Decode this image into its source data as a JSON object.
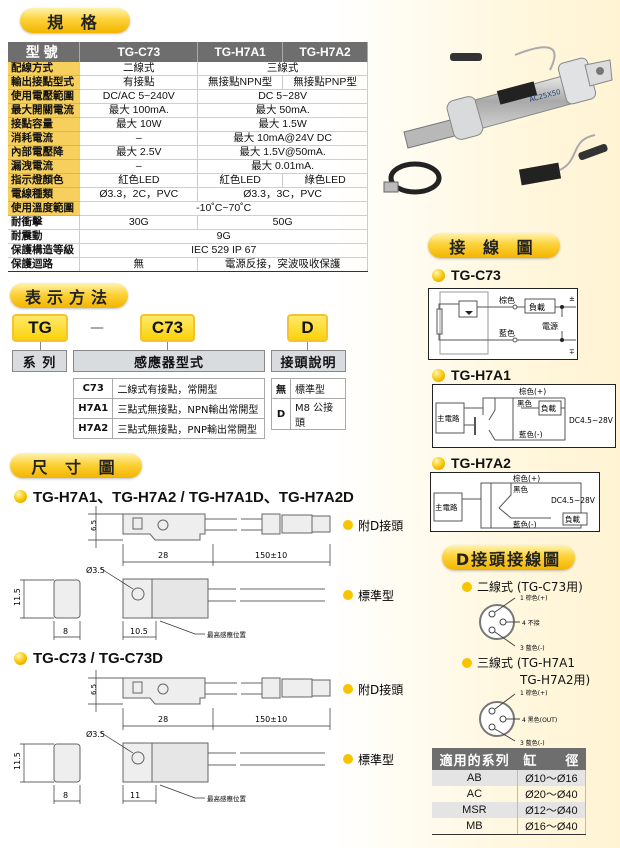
{
  "spec_title": "規 格",
  "spec": {
    "headers": [
      "型號",
      "TG-C73",
      "TG-H7A1",
      "TG-H7A2"
    ],
    "rows": [
      {
        "label": "配線方式",
        "c73": "二線式",
        "h7": "三線式"
      },
      {
        "label": "輸出接點型式",
        "c73": "有接點",
        "h7a1": "無接點NPN型",
        "h7a2": "無接點PNP型"
      },
      {
        "label": "使用電壓範圍",
        "c73": "DC/AC 5~240V",
        "h7": "DC 5~28V"
      },
      {
        "label": "最大開關電流",
        "c73": "最大 100mA.",
        "h7": "最大 50mA."
      },
      {
        "label": "接點容量",
        "c73": "最大 10W",
        "h7": "最大 1.5W"
      },
      {
        "label": "消耗電流",
        "c73": "–",
        "h7": "最大 10mA@24V DC"
      },
      {
        "label": "內部電壓降",
        "c73": "最大 2.5V",
        "h7": "最大 1.5V@50mA."
      },
      {
        "label": "漏洩電流",
        "c73": "–",
        "h7": "最大 0.01mA."
      },
      {
        "label": "指示燈顏色",
        "c73": "紅色LED",
        "h7a1": "紅色LED",
        "h7a2": "綠色LED"
      },
      {
        "label": "電線種類",
        "c73": "Ø3.3，2C，PVC",
        "h7": "Ø3.3，3C，PVC"
      },
      {
        "label": "使用溫度範圍",
        "all": "-10˚C~70˚C"
      },
      {
        "label": "耐衝擊",
        "c73": "30G",
        "h7": "50G"
      },
      {
        "label": "耐震動",
        "all": "9G"
      },
      {
        "label": "保護構造等級",
        "all": "IEC 529 IP 67"
      },
      {
        "label": "保護迴路",
        "c73": "無",
        "h7": "電源反接，突波吸收保護"
      }
    ]
  },
  "product_label": "AC25X50",
  "notation": {
    "title": "表示方法",
    "parts": [
      "TG",
      "C73",
      "D"
    ],
    "dash": "—",
    "captions": [
      "系 列",
      "感應器型式",
      "接頭說明"
    ],
    "types": [
      {
        "code": "C73",
        "desc": "二線式有接點，常開型"
      },
      {
        "code": "H7A1",
        "desc": "三點式無接點，NPN輸出常開型"
      },
      {
        "code": "H7A2",
        "desc": "三點式無接點，PNP輸出常開型"
      }
    ],
    "connectors": [
      {
        "code": "無",
        "desc": "標準型"
      },
      {
        "code": "D",
        "desc": "M8 公接頭"
      }
    ]
  },
  "dimensions": {
    "title": "尺 寸 圖",
    "groups": [
      {
        "title": "TG-H7A1、TG-H7A2 / TG-H7A1D、TG-H7A2D",
        "h": "6.5",
        "len": "28",
        "cable": "150±10",
        "hole": "Ø3.5",
        "height": "11.5",
        "width": "8",
        "sense": "10.5",
        "sense_label": "最高感應位置",
        "with_d": "附D接頭",
        "standard": "標準型"
      },
      {
        "title": "TG-C73 / TG-C73D",
        "h": "6.5",
        "len": "28",
        "cable": "150±10",
        "hole": "Ø3.5",
        "height": "11.5",
        "width": "8",
        "sense": "11",
        "sense_label": "最高感應位置",
        "with_d": "附D接頭",
        "standard": "標準型"
      }
    ]
  },
  "wiring": {
    "title": "接 線 圖",
    "c73": {
      "title": "TG-C73",
      "brown": "棕色",
      "blue": "藍色",
      "load": "負載",
      "power": "電源",
      "plus": "±",
      "minus": "∓"
    },
    "h7a1": {
      "title": "TG-H7A1",
      "main": "主電路",
      "brown": "棕色(+)",
      "black": "黑色",
      "blue": "藍色(-)",
      "load": "負載",
      "voltage": "DC4.5~28V"
    },
    "h7a2": {
      "title": "TG-H7A2",
      "main": "主電路",
      "brown": "棕色(+)",
      "black": "黑色",
      "blue": "藍色(-)",
      "load": "負載",
      "voltage": "DC4.5~28V"
    }
  },
  "d_wiring": {
    "title": "D接頭接線圖",
    "two": {
      "title": "二線式 (TG-C73用)",
      "pins": [
        "1  棕色(+)",
        "4  不接",
        "3  藍色(-)"
      ]
    },
    "three": {
      "title": "三線式 (TG-H7A1",
      "title2": "TG-H7A2用)",
      "pins": [
        "1  棕色(+)",
        "4  黑色(OUT)",
        "3  藍色(-)"
      ]
    }
  },
  "series": {
    "headers": [
      "適用的系列",
      "缸　　徑"
    ],
    "rows": [
      [
        "AB",
        "Ø10～Ø16"
      ],
      [
        "AC",
        "Ø20～Ø40"
      ],
      [
        "MSR",
        "Ø12～Ø40"
      ],
      [
        "MB",
        "Ø16～Ø40"
      ]
    ]
  }
}
